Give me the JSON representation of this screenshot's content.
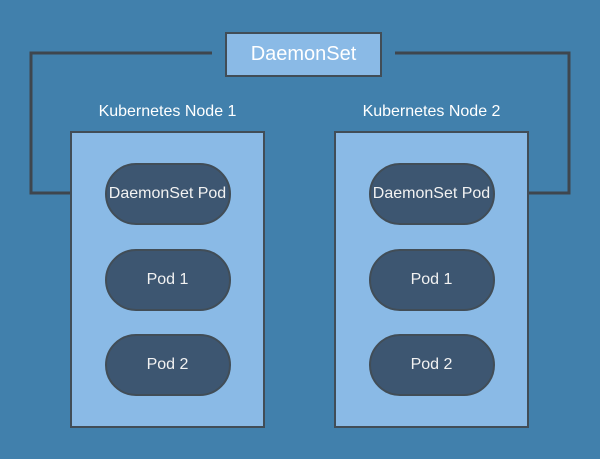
{
  "diagram": {
    "title": "DaemonSet",
    "nodes": [
      {
        "label": "Kubernetes Node 1",
        "pods": [
          "DaemonSet Pod",
          "Pod 1",
          "Pod 2"
        ]
      },
      {
        "label": "Kubernetes Node 2",
        "pods": [
          "DaemonSet Pod",
          "Pod 1",
          "Pod 2"
        ]
      }
    ],
    "connections": [
      {
        "from": "DaemonSet",
        "to": "DaemonSet Pod (Kubernetes Node 1)",
        "style": "orthogonal-arrow"
      },
      {
        "from": "DaemonSet",
        "to": "DaemonSet Pod (Kubernetes Node 2)",
        "style": "orthogonal-arrow"
      }
    ]
  },
  "colors": {
    "background": "#4180ac",
    "box_fill": "#8abae6",
    "pod_fill": "#3d5671",
    "border": "#414d57",
    "connector": "#3e464e",
    "text_light": "#ffffff",
    "pod_text": "#f2f2f2"
  }
}
